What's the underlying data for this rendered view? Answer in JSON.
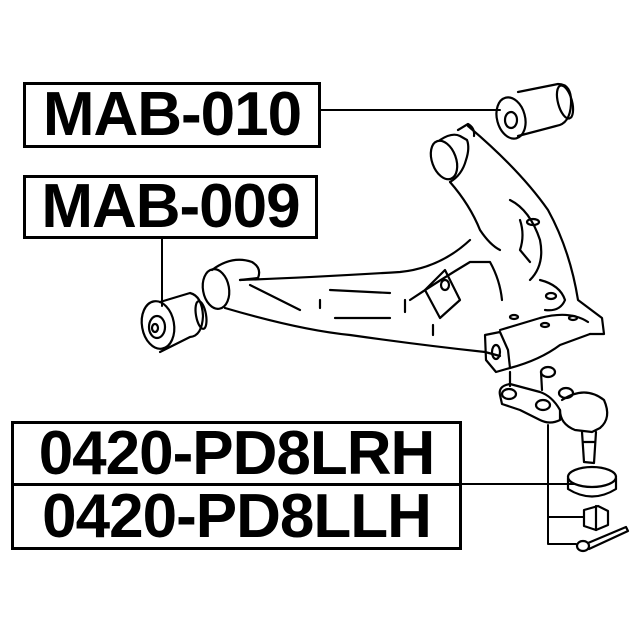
{
  "diagram": {
    "type": "exploded parts diagram",
    "subject": "front lower control arm with bushings and ball joint",
    "colors": {
      "line": "#000000",
      "background": "#ffffff"
    },
    "callouts": [
      {
        "id": "mab-010",
        "part_number": "MAB-010",
        "points_to": "rear control arm bushing (upper right)"
      },
      {
        "id": "mab-009",
        "part_number": "MAB-009",
        "points_to": "front control arm bushing (left)"
      },
      {
        "id": "rh",
        "part_number": "0420-PD8LRH",
        "points_to": "ball joint assembly (right hand)"
      },
      {
        "id": "lh",
        "part_number": "0420-PD8LLH",
        "points_to": "ball joint assembly (left hand)"
      }
    ],
    "ball_joint_components": [
      "ball joint",
      "dust boot",
      "castle nut",
      "cotter pin"
    ]
  }
}
